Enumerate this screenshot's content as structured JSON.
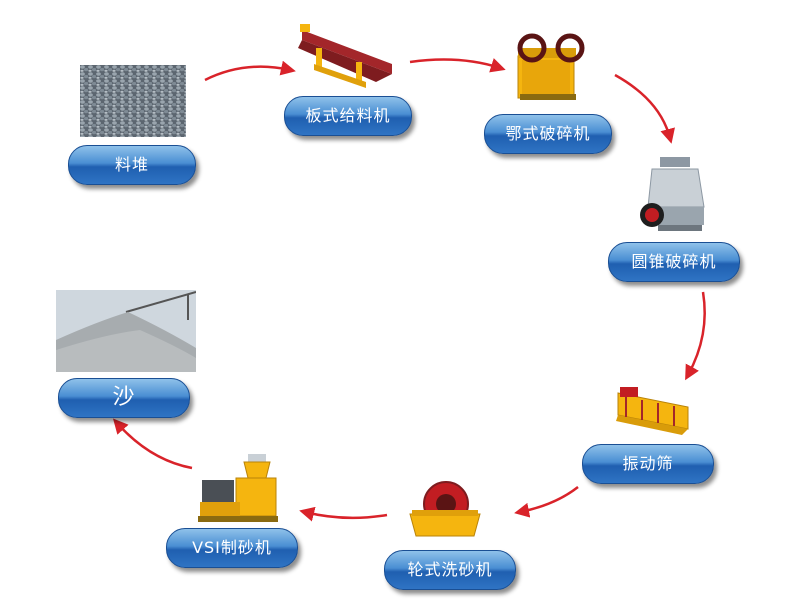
{
  "labels": {
    "pile": "料堆",
    "plate_feeder": "板式给料机",
    "jaw_crusher": "鄂式破碎机",
    "cone_crusher": "圆锥破碎机",
    "vibrating_screen": "振动筛",
    "wheel_washer": "轮式洗砂机",
    "vsi_sand_maker": "VSI制砂机",
    "sand": "沙"
  },
  "icons": [
    "gravel-pile-photo",
    "plate-feeder-icon",
    "jaw-crusher-icon",
    "cone-crusher-icon",
    "vibrating-screen-icon",
    "wheel-sand-washer-icon",
    "vsi-sand-maker-icon",
    "sand-pile-photo"
  ],
  "colors": {
    "pill_top": "#8fc1ea",
    "pill_bottom": "#1f5fb0",
    "arrow": "#d9232a",
    "machine_yellow": "#f5b50f",
    "machine_red": "#a3262a"
  }
}
